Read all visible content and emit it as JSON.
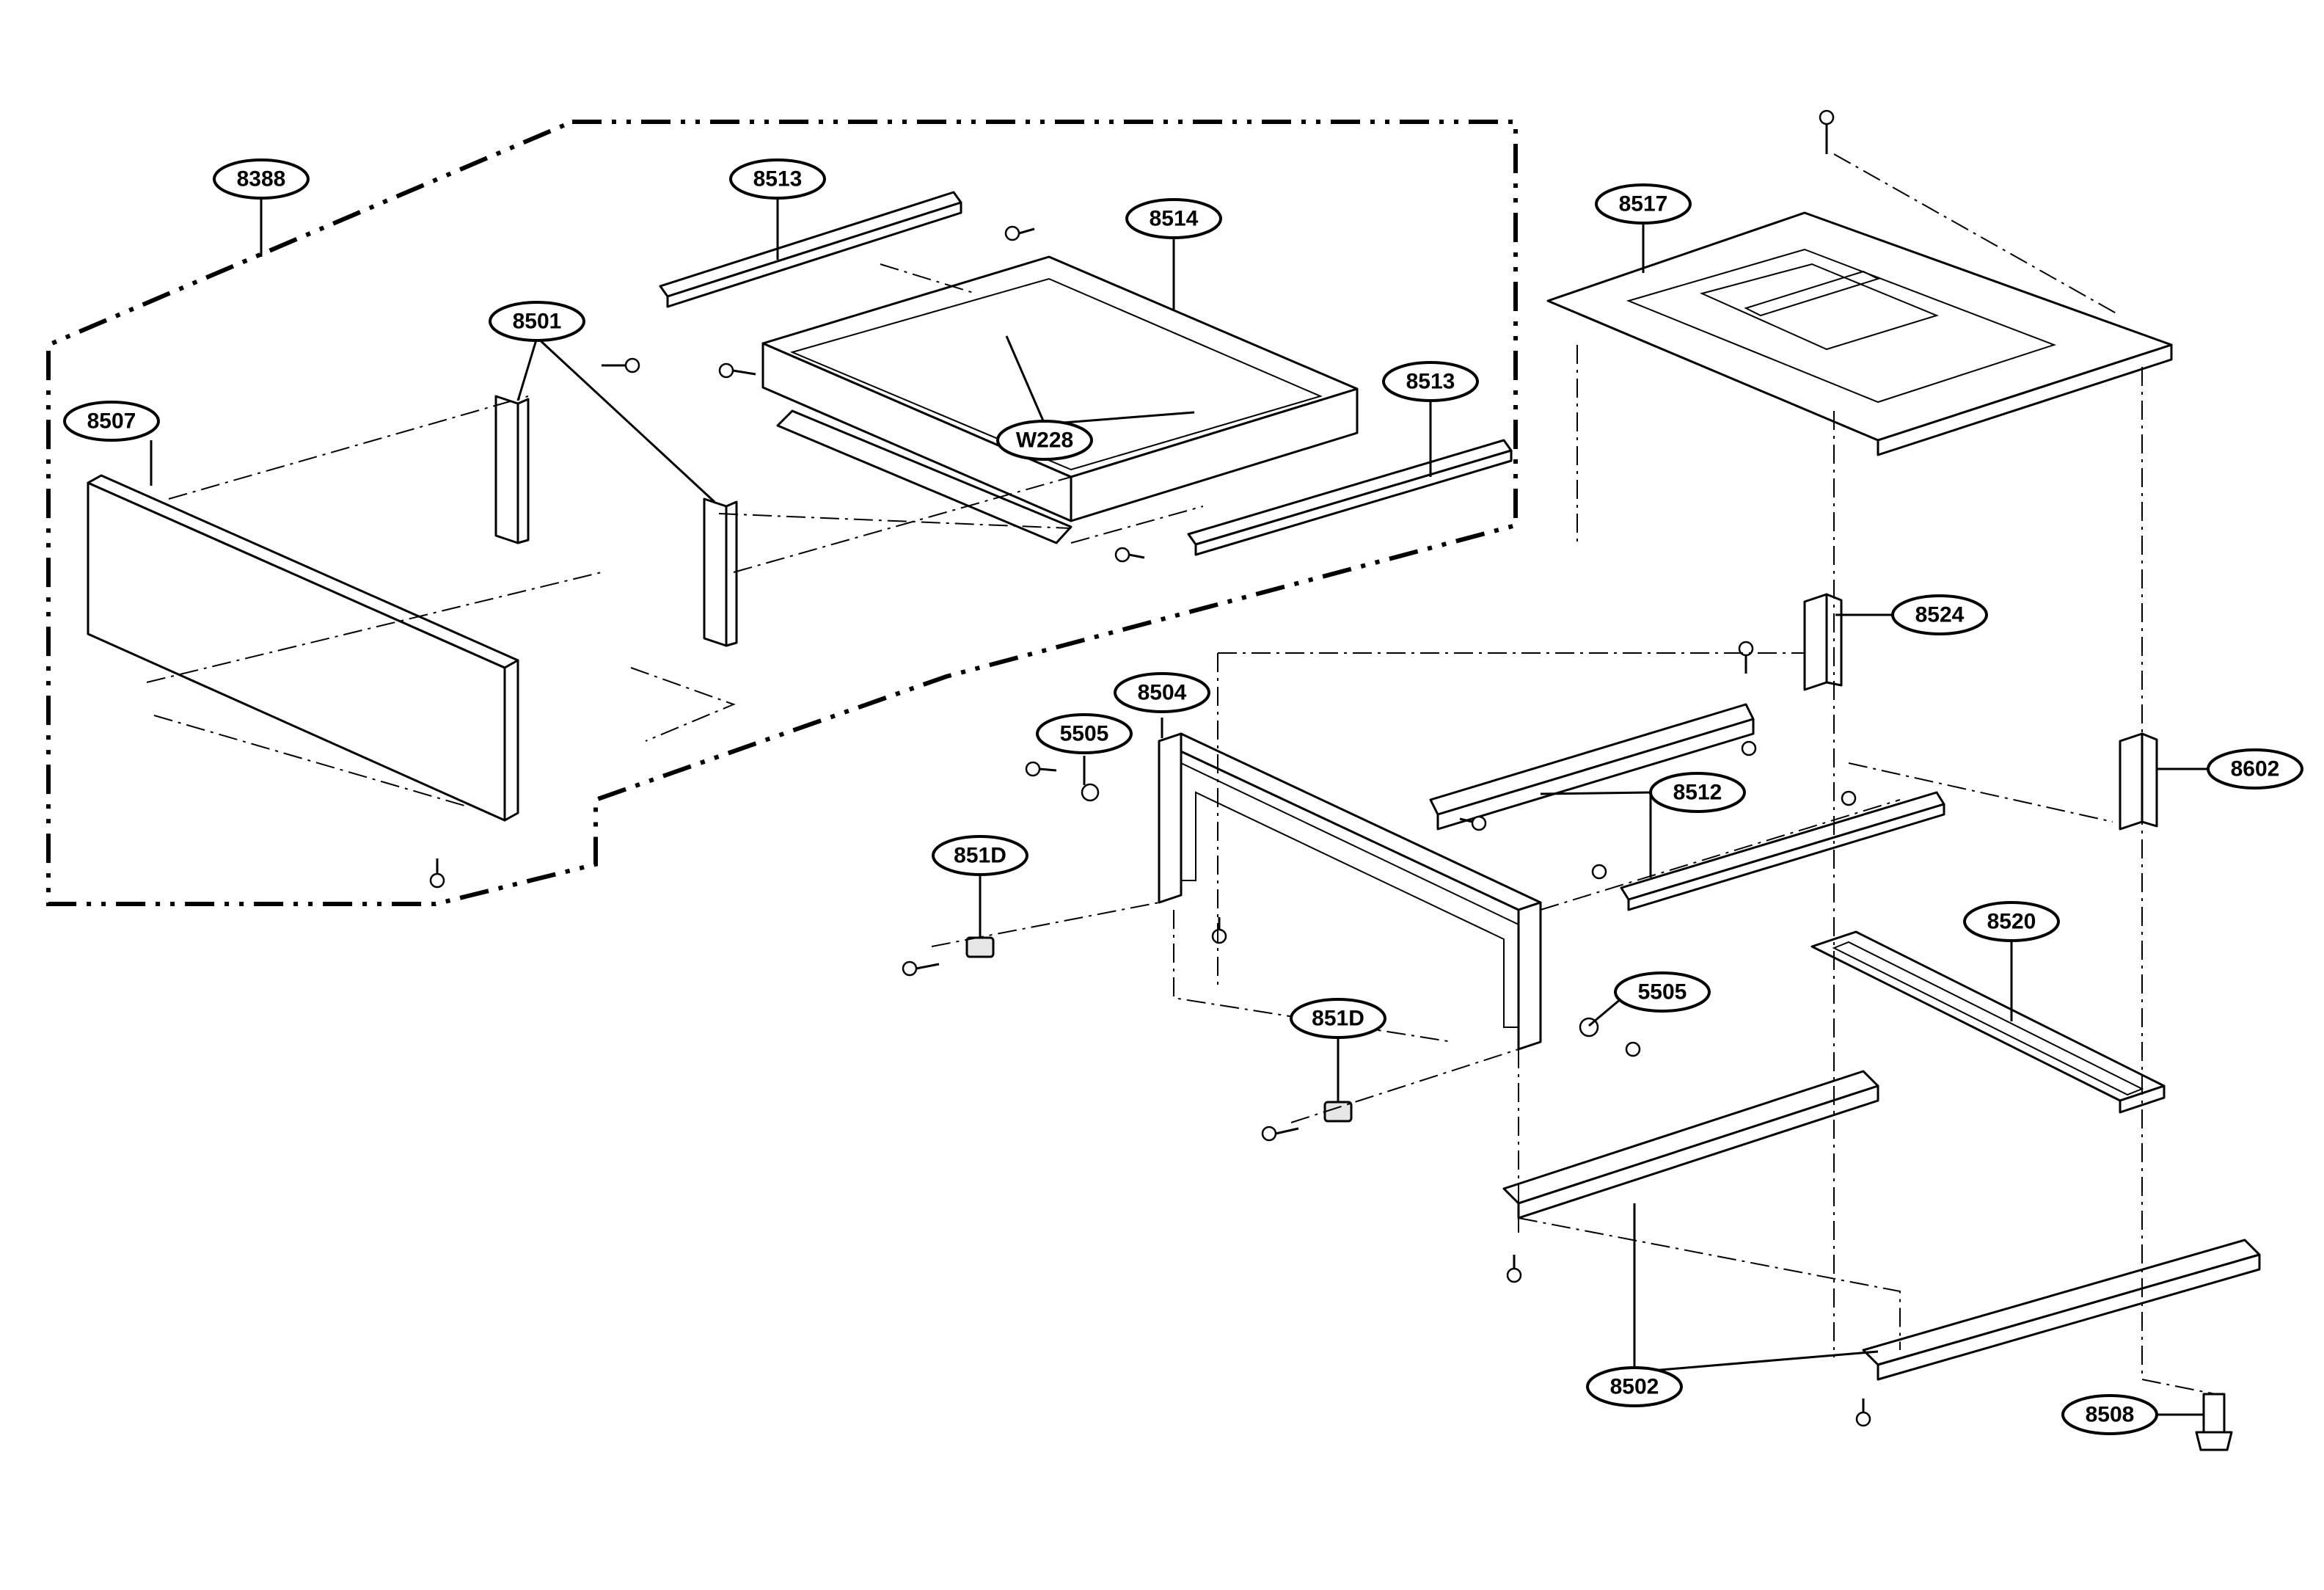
{
  "callouts": {
    "c8388": "8388",
    "c8513a": "8513",
    "c8514": "8514",
    "c8517": "8517",
    "c8501": "8501",
    "c8507": "8507",
    "c8513b": "8513",
    "cW228": "W228",
    "c8524": "8524",
    "c8504": "8504",
    "c5505a": "5505",
    "c8602": "8602",
    "c8512": "8512",
    "c851Da": "851D",
    "c8520": "8520",
    "c5505b": "5505",
    "c851Db": "851D",
    "c8502": "8502",
    "c8508": "8508"
  }
}
